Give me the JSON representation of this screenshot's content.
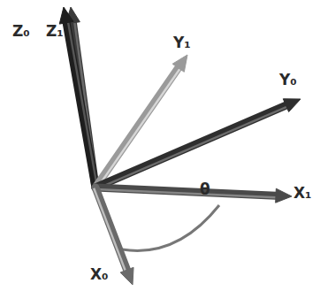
{
  "diagram": {
    "labels": [
      "Z₀",
      "Z₁",
      "Y₁",
      "Y₀",
      "X₁",
      "θ",
      "X₀"
    ]
  }
}
